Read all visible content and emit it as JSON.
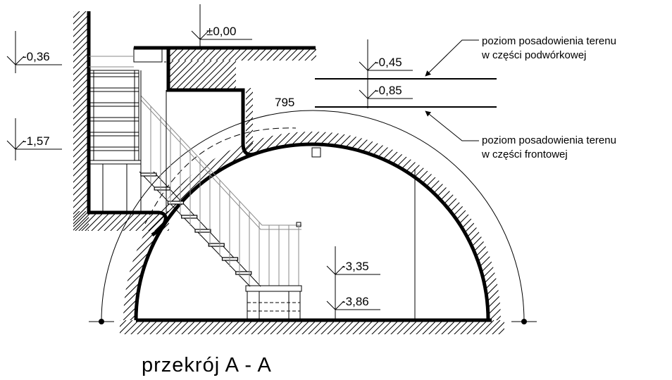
{
  "title": "przekrój A - A",
  "levels": {
    "l000": "±0,00",
    "l036": "-0,36",
    "l157": "-1,57",
    "l045": "-0,45",
    "l085": "-0,85",
    "l335": "-3,35",
    "l386": "-3,86"
  },
  "dimension": "795",
  "notes": {
    "top_line1": "poziom posadowienia terenu",
    "top_line2": "w części podwórkowej",
    "bottom_line1": "poziom posadowienia terenu",
    "bottom_line2": "w części frontowej"
  }
}
